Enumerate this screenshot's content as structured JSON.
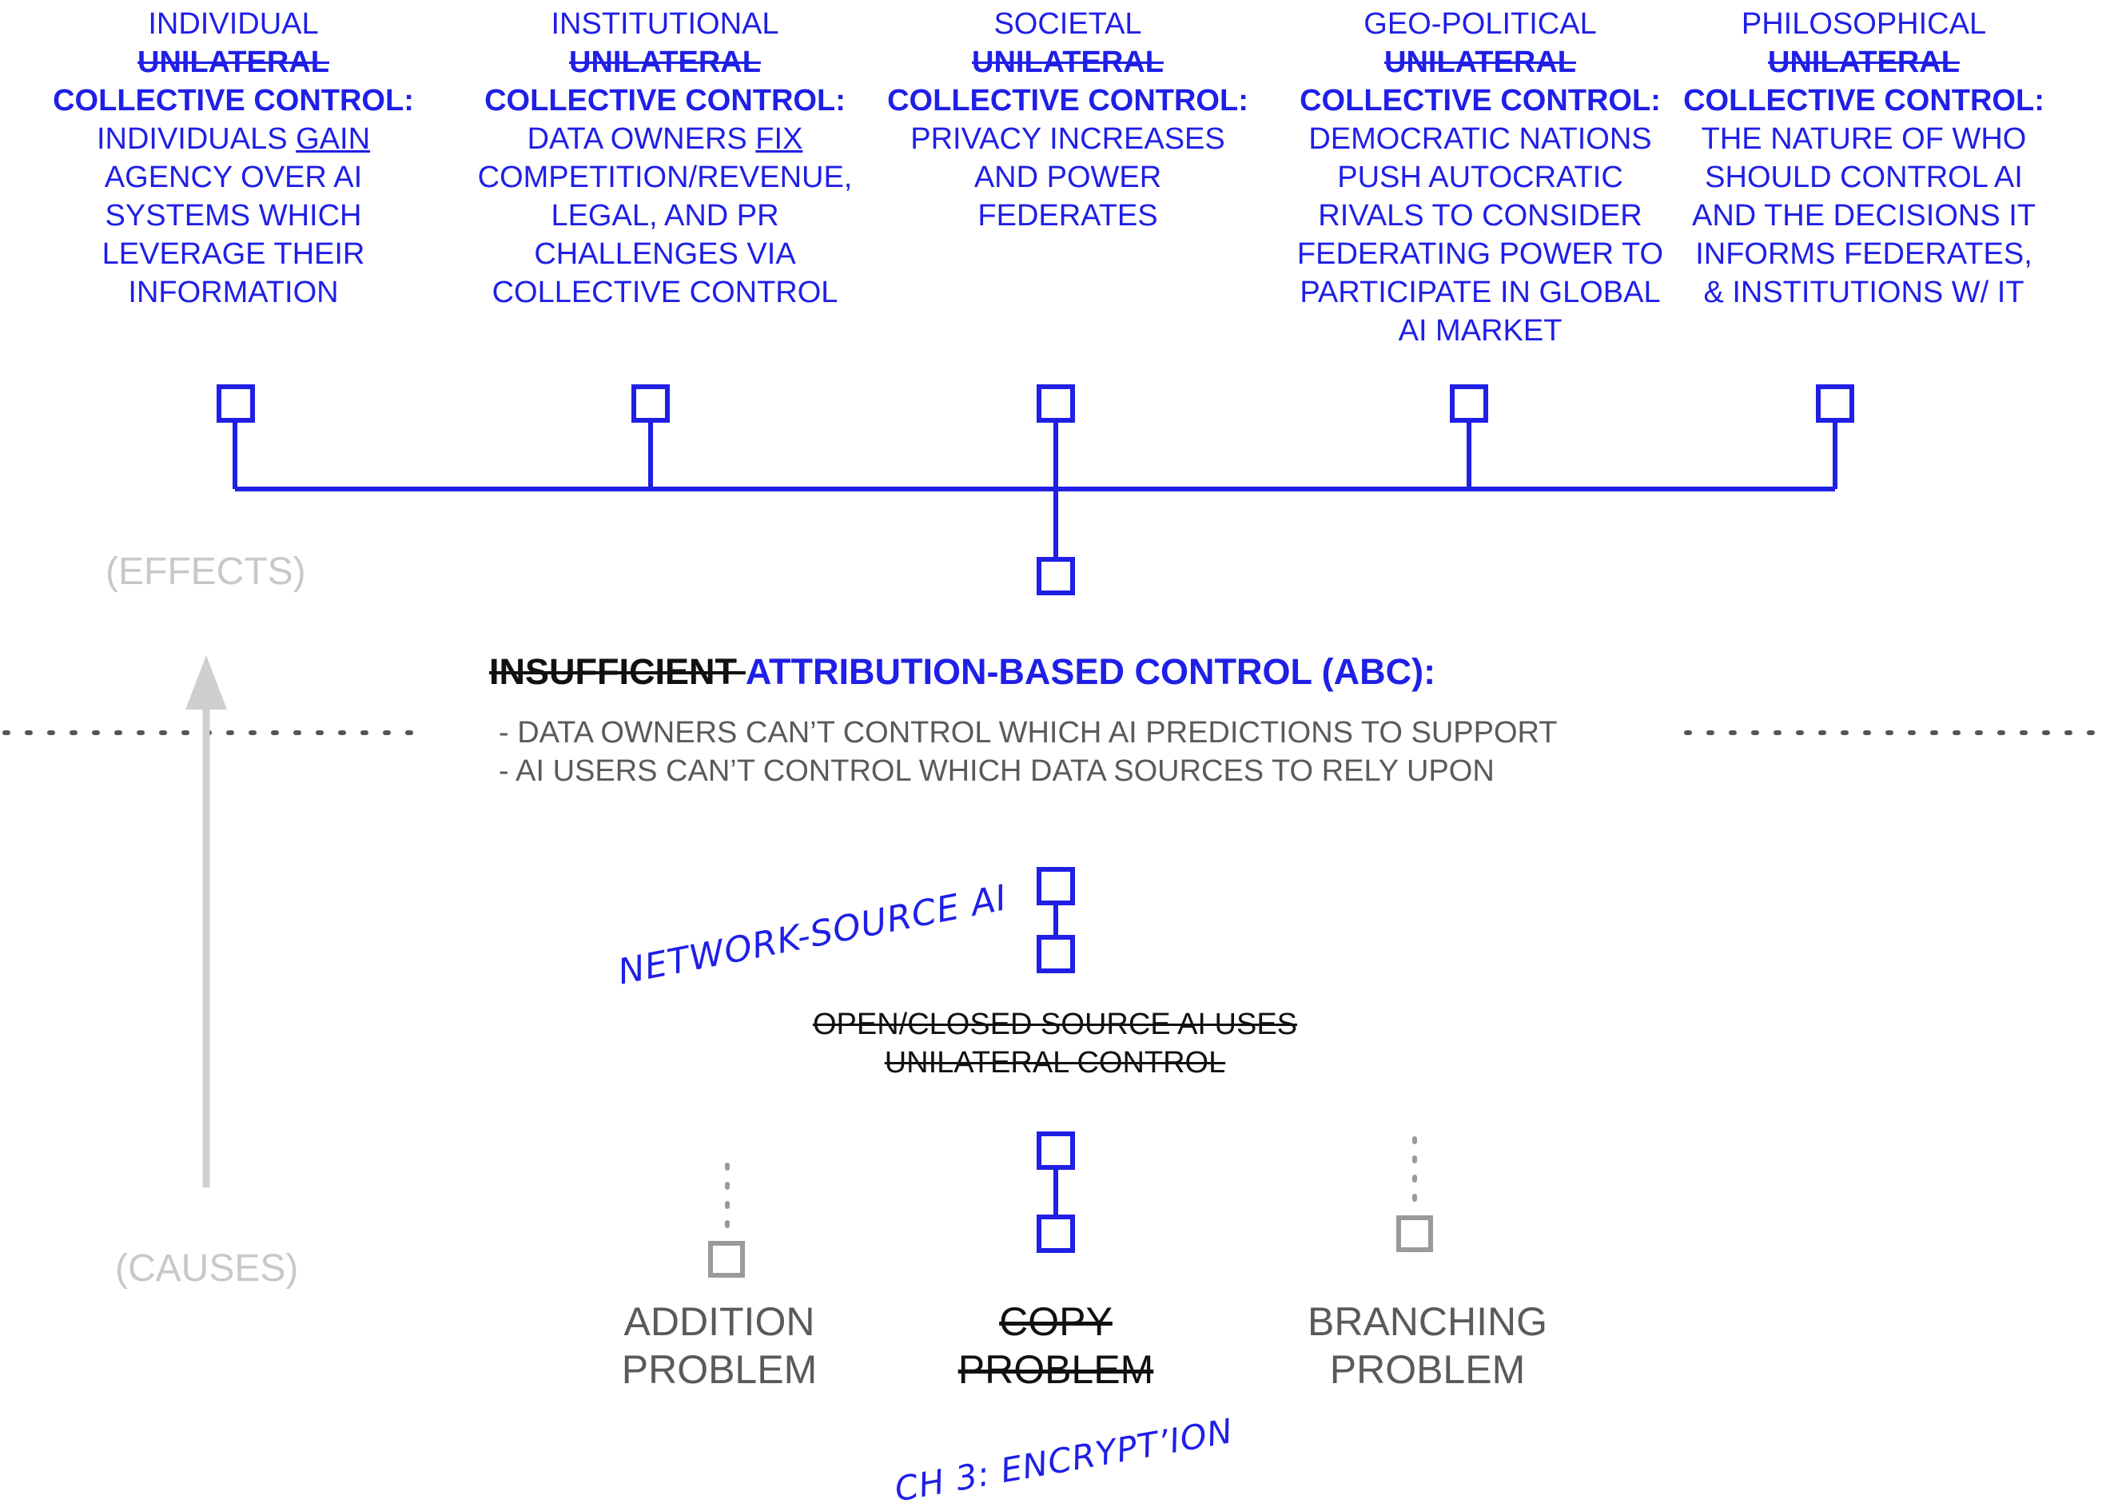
{
  "effects": [
    {
      "category": "INDIVIDUAL",
      "struck_word": "UNILATERAL",
      "control_label": "COLLECTIVE CONTROL:",
      "lines": [
        {
          "pre": "INDIVIDUALS ",
          "u": "GAIN",
          "post": ""
        },
        {
          "pre": "AGENCY OVER AI",
          "u": "",
          "post": ""
        },
        {
          "pre": "SYSTEMS WHICH",
          "u": "",
          "post": ""
        },
        {
          "pre": "LEVERAGE THEIR",
          "u": "",
          "post": ""
        },
        {
          "pre": "INFORMATION",
          "u": "",
          "post": ""
        }
      ]
    },
    {
      "category": "INSTITUTIONAL",
      "struck_word": "UNILATERAL",
      "control_label": "COLLECTIVE CONTROL:",
      "lines": [
        {
          "pre": "DATA OWNERS ",
          "u": "FIX",
          "post": ""
        },
        {
          "pre": "COMPETITION/REVENUE,",
          "u": "",
          "post": ""
        },
        {
          "pre": "LEGAL, AND PR",
          "u": "",
          "post": ""
        },
        {
          "pre": "CHALLENGES VIA",
          "u": "",
          "post": ""
        },
        {
          "pre": "COLLECTIVE CONTROL",
          "u": "",
          "post": ""
        }
      ]
    },
    {
      "category": "SOCIETAL",
      "struck_word": "UNILATERAL",
      "control_label": "COLLECTIVE CONTROL:",
      "lines": [
        {
          "pre": "PRIVACY INCREASES",
          "u": "",
          "post": ""
        },
        {
          "pre": "AND POWER",
          "u": "",
          "post": ""
        },
        {
          "pre": "FEDERATES",
          "u": "",
          "post": ""
        }
      ]
    },
    {
      "category": "GEO-POLITICAL",
      "struck_word": "UNILATERAL",
      "control_label": "COLLECTIVE CONTROL:",
      "lines": [
        {
          "pre": "DEMOCRATIC NATIONS",
          "u": "",
          "post": ""
        },
        {
          "pre": "PUSH AUTOCRATIC",
          "u": "",
          "post": ""
        },
        {
          "pre": "RIVALS TO CONSIDER",
          "u": "",
          "post": ""
        },
        {
          "pre": "FEDERATING POWER TO",
          "u": "",
          "post": ""
        },
        {
          "pre": "PARTICIPATE IN GLOBAL",
          "u": "",
          "post": ""
        },
        {
          "pre": "AI MARKET",
          "u": "",
          "post": ""
        }
      ]
    },
    {
      "category": "PHILOSOPHICAL",
      "struck_word": "UNILATERAL",
      "control_label": "COLLECTIVE CONTROL:",
      "lines": [
        {
          "pre": "THE NATURE OF WHO",
          "u": "",
          "post": ""
        },
        {
          "pre": "SHOULD CONTROL AI",
          "u": "",
          "post": ""
        },
        {
          "pre": "AND THE DECISIONS IT",
          "u": "",
          "post": ""
        },
        {
          "pre": "INFORMS FEDERATES,",
          "u": "",
          "post": ""
        },
        {
          "pre": "& INSTITUTIONS W/ IT",
          "u": "",
          "post": ""
        }
      ]
    }
  ],
  "effects_label": "(EFFECTS)",
  "causes_label": "(CAUSES)",
  "abc": {
    "struck_word": "INSUFFICIENT ",
    "title": "ATTRIBUTION-BASED CONTROL (ABC):",
    "bullets": [
      "- DATA OWNERS CAN’T CONTROL WHICH AI PREDICTIONS TO SUPPORT",
      "- AI USERS CAN’T CONTROL WHICH DATA SOURCES TO RELY UPON"
    ]
  },
  "network_source_note": "NETWORK-SOURCE AI",
  "open_closed": {
    "line1": "OPEN/CLOSED SOURCE AI USES",
    "line2": "UNILATERAL CONTROL"
  },
  "problems": [
    {
      "line1": "ADDITION",
      "line2": "PROBLEM",
      "struck": false
    },
    {
      "line1": "COPY",
      "line2": "PROBLEM",
      "struck": true
    },
    {
      "line1": "BRANCHING",
      "line2": "PROBLEM",
      "struck": false
    }
  ],
  "chapter_note": "CH 3: ENCRYPT’ION",
  "colors": {
    "accent_blue": "#1f1fe6",
    "inactive_gray": "#9a9a9a",
    "label_gray": "#c8c8c8",
    "text_gray": "#5a5a5a",
    "strike_black": "#111111"
  }
}
